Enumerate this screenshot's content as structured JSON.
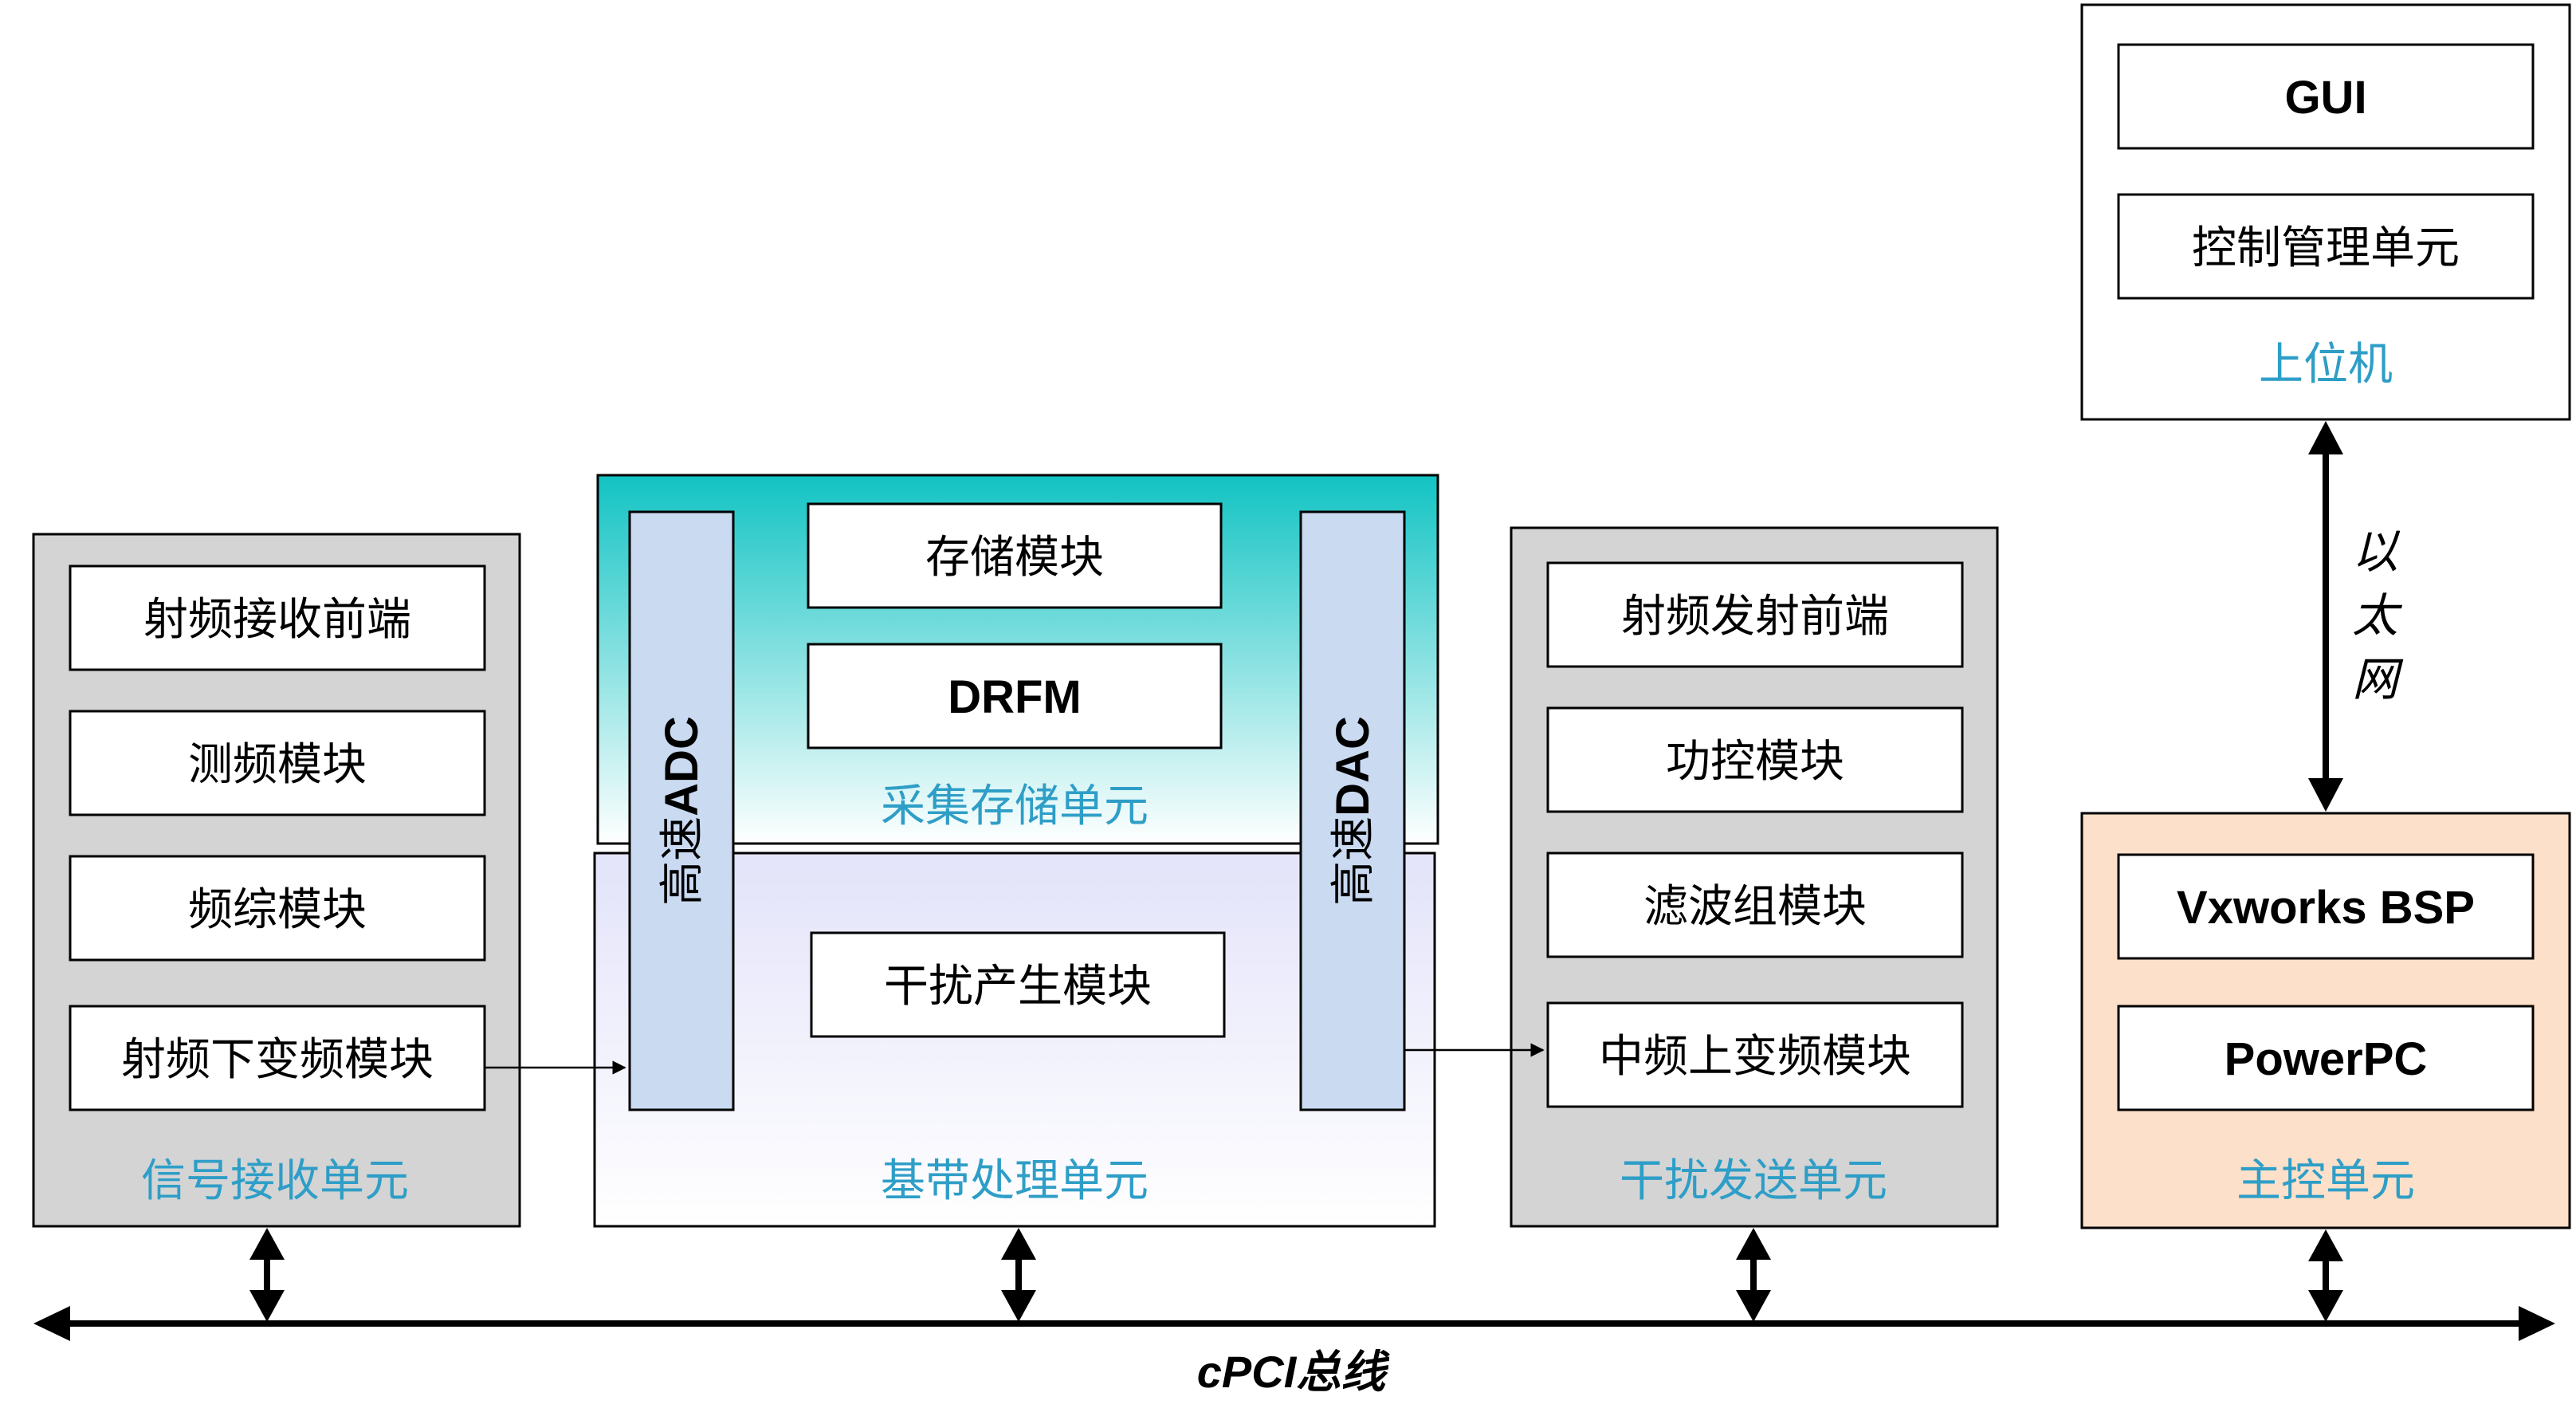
{
  "signal_unit": {
    "title": "信号接收单元",
    "modules": [
      "射频接收前端",
      "测频模块",
      "频综模块",
      "射频下变频模块"
    ]
  },
  "acquisition_unit": {
    "title": "采集存储单元",
    "modules": [
      "存储模块",
      "DRFM"
    ]
  },
  "baseband_unit": {
    "title": "基带处理单元",
    "modules": [
      "干扰产生模块"
    ]
  },
  "adc": {
    "cjk": "高速",
    "latin": "ADC"
  },
  "dac": {
    "cjk": "高速",
    "latin": "DAC"
  },
  "jamming_unit": {
    "title": "干扰发送单元",
    "modules": [
      "射频发射前端",
      "功控模块",
      "滤波组模块",
      "中频上变频模块"
    ]
  },
  "host": {
    "title": "上位机",
    "modules": [
      "GUI",
      "控制管理单元"
    ]
  },
  "master_unit": {
    "title": "主控单元",
    "modules": [
      "Vxworks BSP",
      "PowerPC"
    ]
  },
  "ethernet_label": [
    "以",
    "太",
    "网"
  ],
  "bus_label": "cPCI总线",
  "colors": {
    "title_blue": "#2e9ec7",
    "unit_grey": "#d4d4d4",
    "acq_teal": "#12c3c3",
    "baseband_lavender": "#e6e6fa",
    "converter_blue": "#c9daf1",
    "master_peach": "#fde0c9"
  }
}
